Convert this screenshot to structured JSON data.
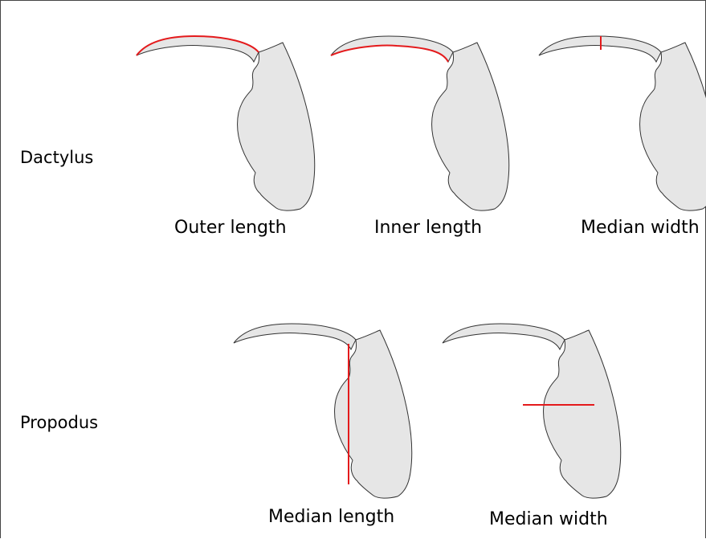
{
  "rows": {
    "dactylus": "Dactylus",
    "propodus": "Propodus"
  },
  "captions": {
    "outer_length": "Outer length",
    "inner_length": "Inner length",
    "dactylus_median_width": "Median width",
    "median_length": "Median length",
    "propodus_median_width": "Median width"
  },
  "colors": {
    "fill": "#e6e6e6",
    "outline": "#333333",
    "highlight": "#e41a1c"
  }
}
